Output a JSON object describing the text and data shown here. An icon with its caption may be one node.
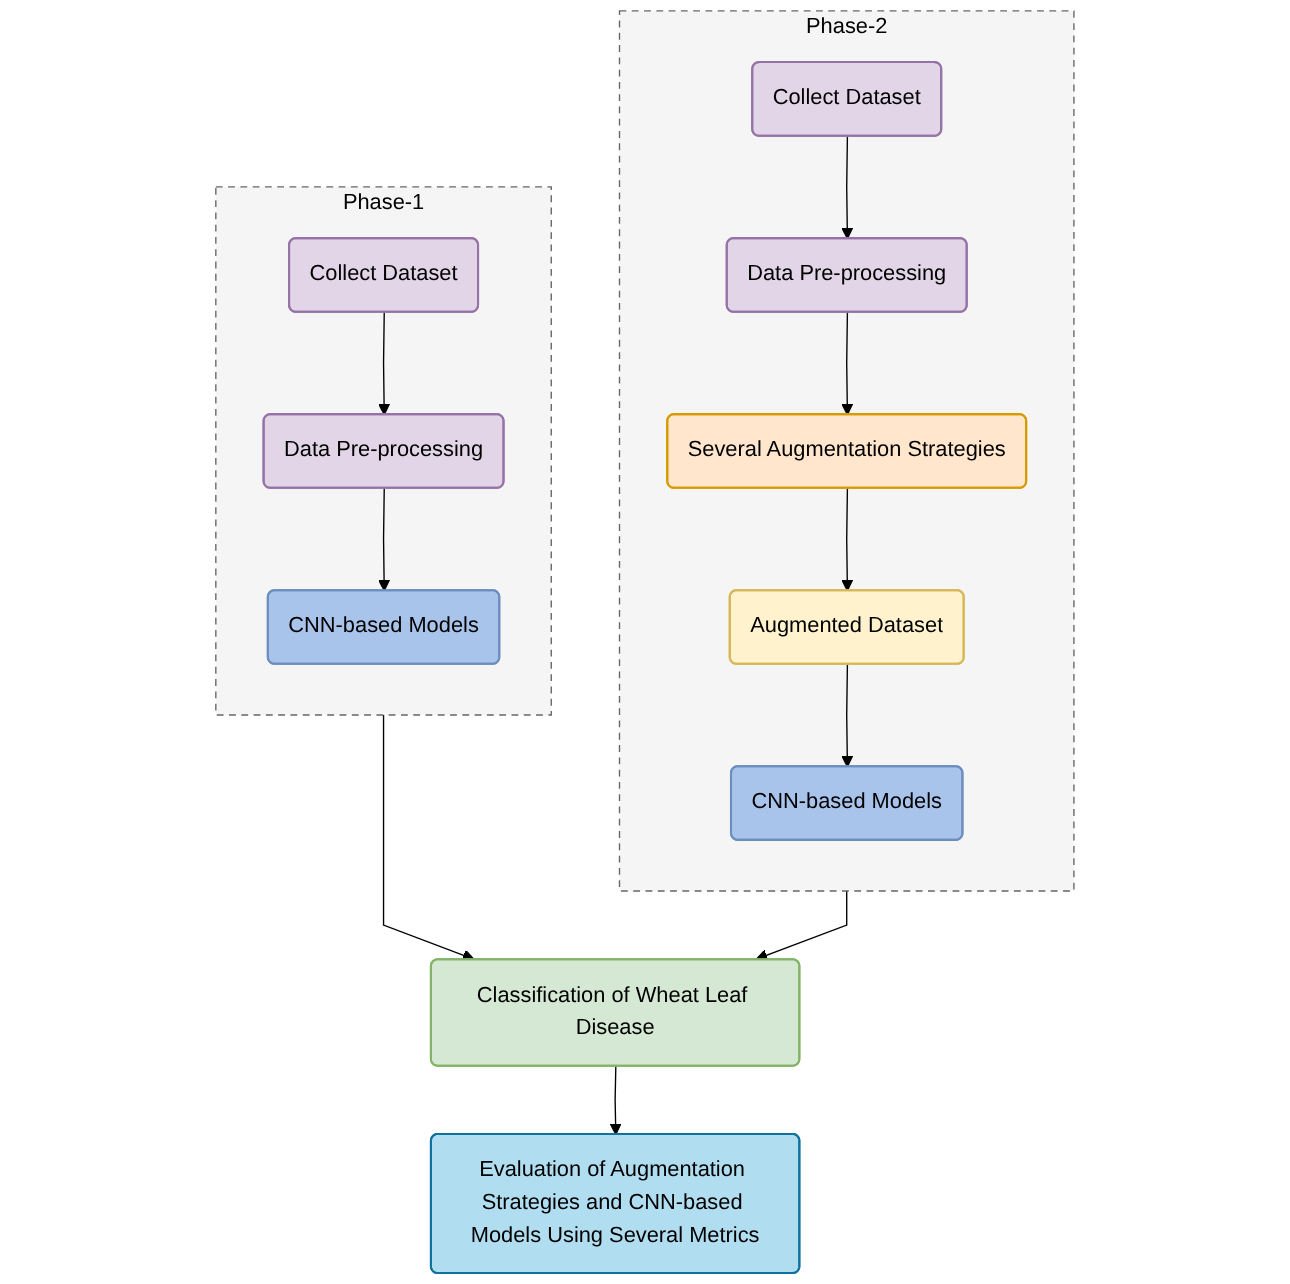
{
  "diagram": {
    "nodes": [
      {
        "text": [
          "Phase-1"
        ]
      },
      {
        "text": [
          "Collect Dataset"
        ],
        "in": 0
      },
      {
        "text": [
          "Data Pre-processing"
        ],
        "in": 0
      },
      {
        "text": [
          "CNN-based Models"
        ],
        "in": 0
      },
      {
        "text": [
          "Phase-2"
        ]
      },
      {
        "text": [
          "Collect Dataset"
        ],
        "in": 4
      },
      {
        "text": [
          "Data Pre-processing"
        ],
        "in": 4
      },
      {
        "text": [
          "Several Augmentation Strategies"
        ],
        "in": 4
      },
      {
        "text": [
          "Augmented Dataset"
        ],
        "in": 4
      },
      {
        "text": [
          "CNN-based Models"
        ],
        "in": 4
      },
      {
        "text": [
          "Classification of Wheat Leaf Disease"
        ]
      },
      {
        "text": [
          "Evaluation of Augmentation Strategies and CNN-based Models Using Several Metrics"
        ]
      }
    ],
    "edges": [
      {
        "from": 1,
        "to": 2,
        "arrow": "to"
      },
      {
        "from": 2,
        "to": 3,
        "arrow": "to"
      },
      {
        "from": 5,
        "to": 6,
        "arrow": "to"
      },
      {
        "from": 6,
        "to": 7,
        "arrow": "to"
      },
      {
        "from": 7,
        "to": 8,
        "arrow": "to"
      },
      {
        "from": 8,
        "to": 9,
        "arrow": "to"
      },
      {
        "from": 0,
        "to": 10,
        "arrow": "to"
      },
      {
        "from": 4,
        "to": 10,
        "arrow": "to"
      },
      {
        "from": 10,
        "to": 11,
        "arrow": "to"
      }
    ]
  }
}
